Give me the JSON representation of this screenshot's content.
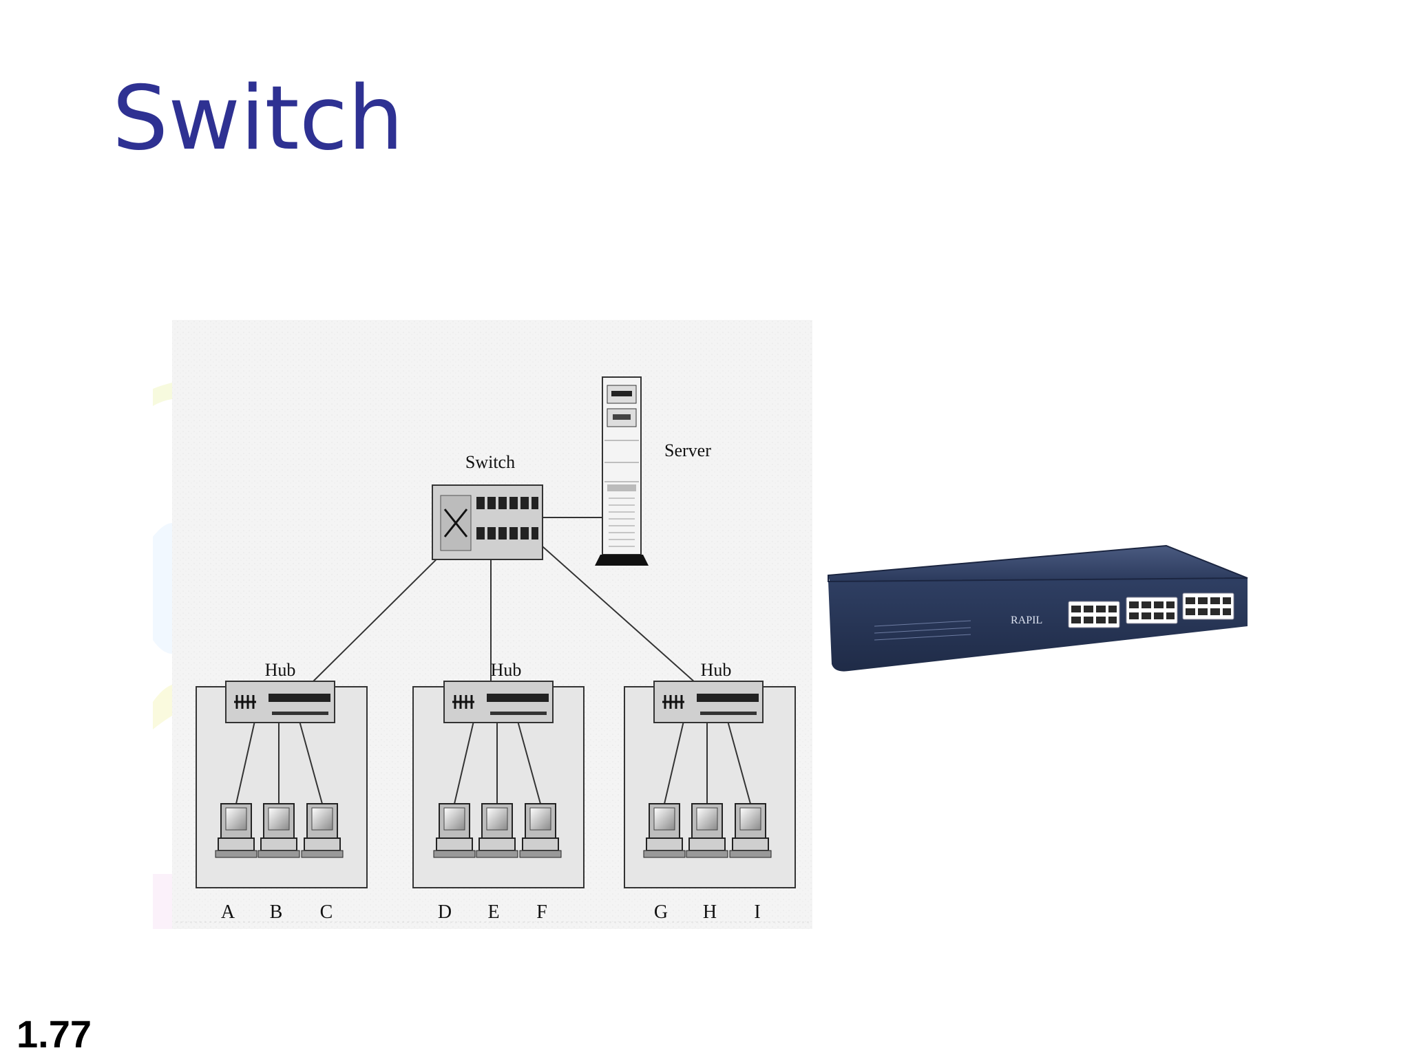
{
  "slide": {
    "title": "Switch",
    "number": "1.77"
  },
  "diagram": {
    "switch_label": "Switch",
    "server_label": "Server",
    "hub_label": "Hub",
    "hosts": [
      "A",
      "B",
      "C",
      "D",
      "E",
      "F",
      "G",
      "H",
      "I"
    ]
  },
  "photo": {
    "brand_text": "RAPIL"
  },
  "colors": {
    "title": "#2e3192",
    "device_fill": "#cfcfcf",
    "chassis": "#2b3a5c"
  }
}
